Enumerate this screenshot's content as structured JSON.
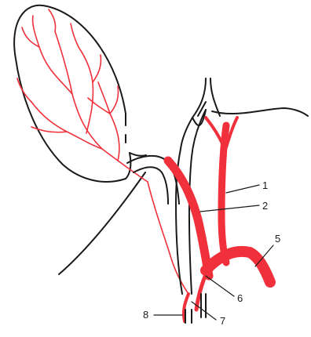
{
  "colors": {
    "vessel": "#f0313b",
    "ink": "#1a1a1a",
    "background": "#ffffff"
  },
  "labels": {
    "l1": "1",
    "l2": "2",
    "l5": "5",
    "l6": "6",
    "l7": "7",
    "l8": "8"
  }
}
